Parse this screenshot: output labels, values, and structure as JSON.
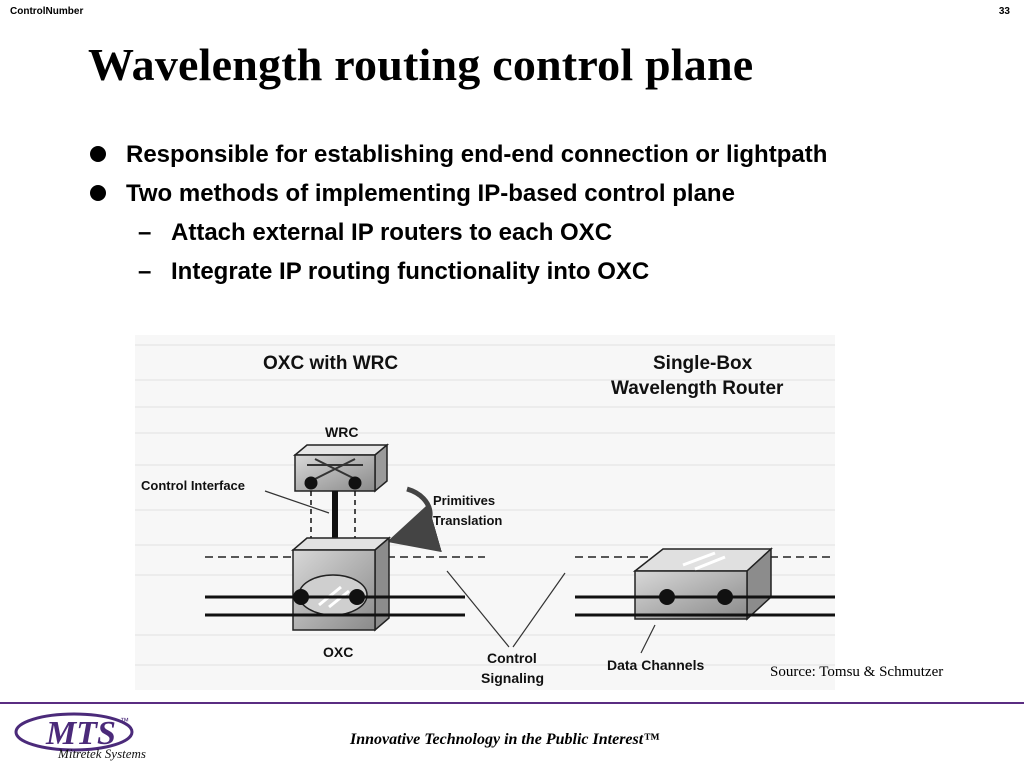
{
  "header": {
    "left": "ControlNumber",
    "right": "33"
  },
  "title": "Wavelength routing control plane",
  "bullets": [
    {
      "text": "Responsible for establishing end-end connection or lightpath"
    },
    {
      "text": "Two methods of implementing IP-based control plane"
    }
  ],
  "subbullets": [
    {
      "dash": "–",
      "text": "Attach external IP routers to each OXC"
    },
    {
      "dash": "–",
      "text": "Integrate IP routing functionality into OXC"
    }
  ],
  "diagram": {
    "heading_left": "OXC with WRC",
    "heading_right_1": "Single-Box",
    "heading_right_2": "Wavelength Router",
    "wrc": "WRC",
    "control_interface": "Control Interface",
    "primitives": "Primitives",
    "translation": "Translation",
    "oxc": "OXC",
    "control": "Control",
    "signaling": "Signaling",
    "data_channels": "Data Channels"
  },
  "source": "Source: Tomsu & Schmutzer",
  "footer": {
    "logo_text": "MTS",
    "logo_tm": "™",
    "logo_sub": "Mitretek Systems",
    "tagline": "Innovative Technology in the Public Interest™"
  },
  "colors": {
    "rule": "#5a2d82",
    "logo": "#4b2a7a"
  }
}
